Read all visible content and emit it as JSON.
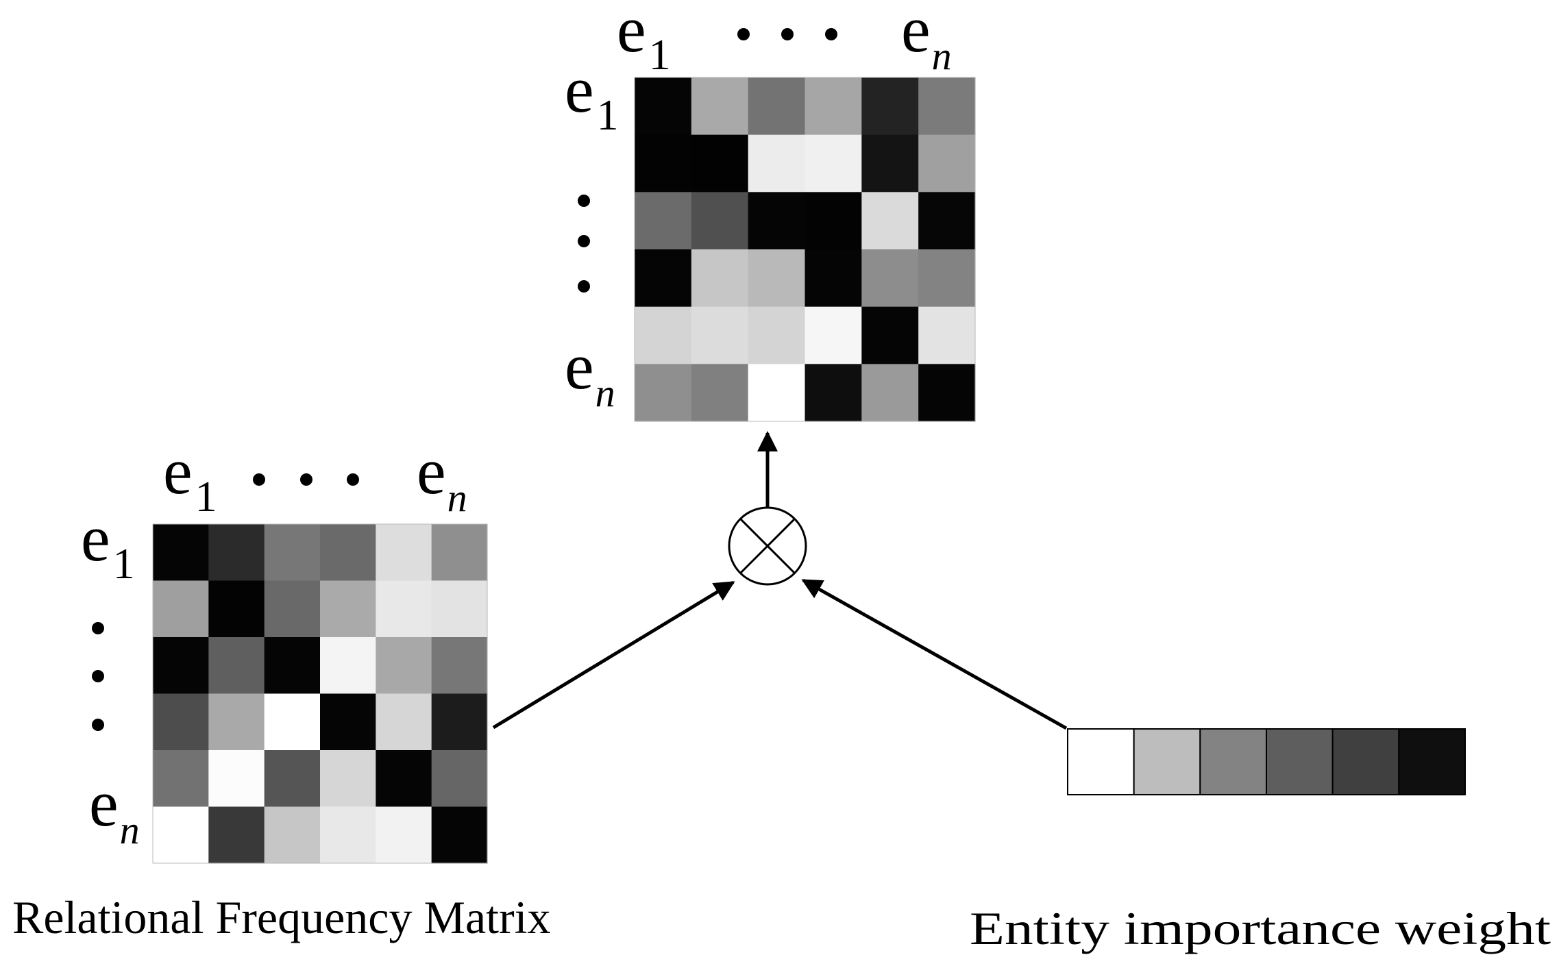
{
  "entity_symbol": "e",
  "first_index": "1",
  "last_index": "n",
  "matrix_top": {
    "shades": [
      [
        "#050505",
        "#a9a9a9",
        "#737373",
        "#a6a6a6",
        "#232323",
        "#7b7b7b"
      ],
      [
        "#030303",
        "#020202",
        "#ececec",
        "#f0f0f0",
        "#141414",
        "#a0a0a0"
      ],
      [
        "#6b6b6b",
        "#505050",
        "#050505",
        "#030303",
        "#dadada",
        "#060606"
      ],
      [
        "#050505",
        "#c6c6c6",
        "#b9b9b9",
        "#050505",
        "#8d8d8d",
        "#838383"
      ],
      [
        "#d4d4d4",
        "#dcdcdc",
        "#d4d4d4",
        "#f6f6f6",
        "#050505",
        "#e3e3e3"
      ],
      [
        "#8f8f8f",
        "#808080",
        "#ffffff",
        "#0e0e0e",
        "#9a9a9a",
        "#050505"
      ]
    ]
  },
  "matrix_left": {
    "shades": [
      [
        "#050505",
        "#2b2b2b",
        "#777777",
        "#6a6a6a",
        "#dddddd",
        "#8f8f8f"
      ],
      [
        "#9f9f9f",
        "#030303",
        "#696969",
        "#aaaaaa",
        "#e8e8e8",
        "#e3e3e3"
      ],
      [
        "#050505",
        "#5f5f5f",
        "#050505",
        "#f4f4f4",
        "#a8a8a8",
        "#777777"
      ],
      [
        "#4d4d4d",
        "#a9a9a9",
        "#ffffff",
        "#050505",
        "#d6d6d6",
        "#1c1c1c"
      ],
      [
        "#727272",
        "#fcfcfc",
        "#555555",
        "#d6d6d6",
        "#050505",
        "#666666"
      ],
      [
        "#ffffff",
        "#393939",
        "#c6c6c6",
        "#e8e8e8",
        "#f2f2f2",
        "#050505"
      ]
    ]
  },
  "weight_vector": {
    "shades": [
      "#ffffff",
      "#bdbdbd",
      "#838383",
      "#5e5e5e",
      "#404040",
      "#0f0f0f"
    ]
  },
  "captions": {
    "left": "Relational Frequency Matrix",
    "right": "Entity  importance weight"
  }
}
